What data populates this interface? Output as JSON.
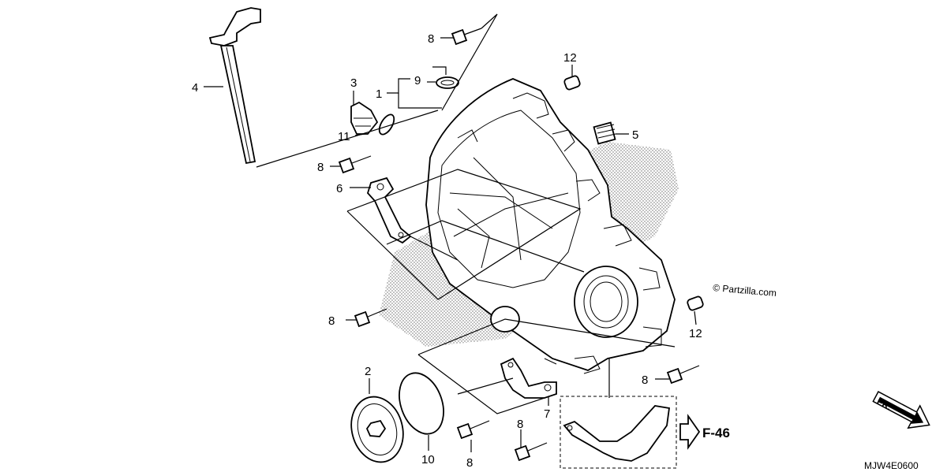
{
  "callouts": {
    "c1": "1",
    "c2": "2",
    "c3": "3",
    "c4": "4",
    "c5": "5",
    "c6": "6",
    "c7": "7",
    "c8a": "8",
    "c8b": "8",
    "c8c": "8",
    "c8d": "8",
    "c8e": "8",
    "c8f": "8",
    "c9": "9",
    "c10": "10",
    "c11": "11",
    "c12a": "12",
    "c12b": "12"
  },
  "watermark": "© Partzilla.com",
  "reference": "F-46",
  "direction": "FR.",
  "diagram_code": "MJW4E0600"
}
